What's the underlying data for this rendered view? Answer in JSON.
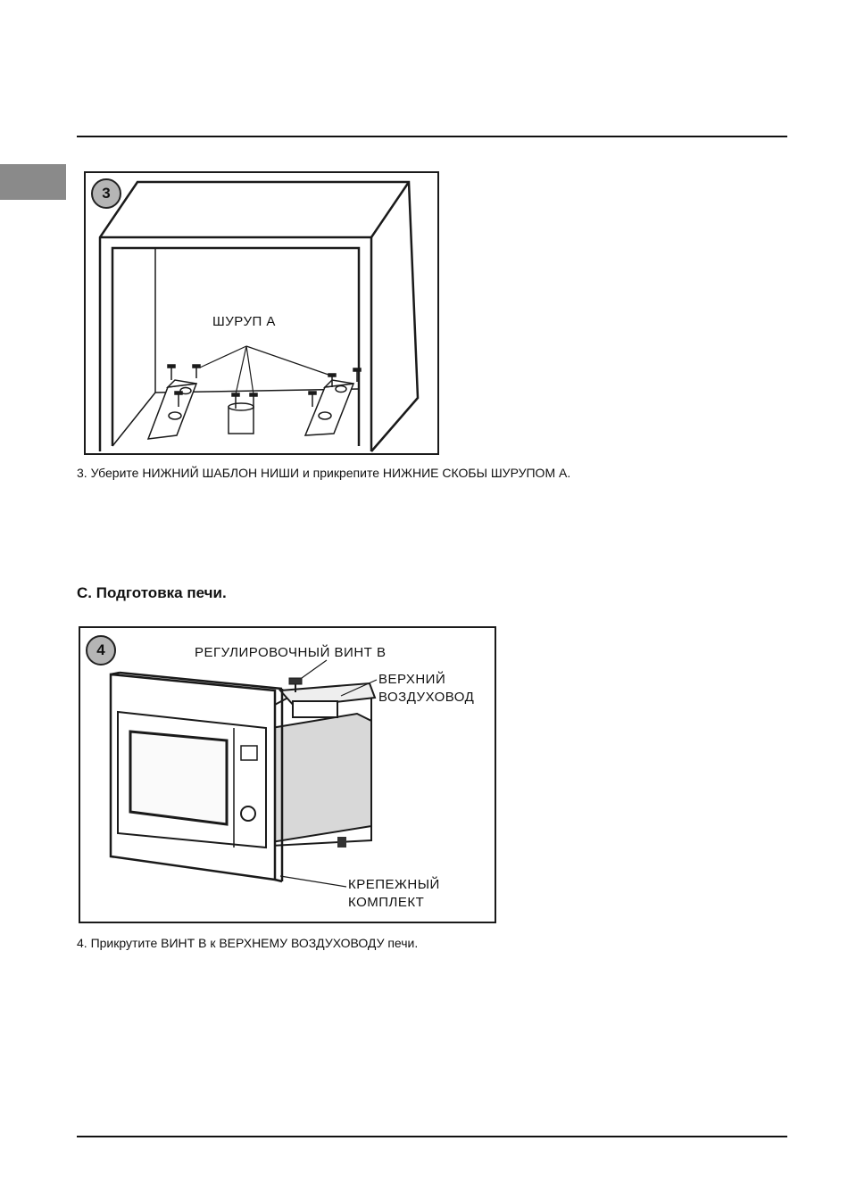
{
  "figure3": {
    "number": "3",
    "screw_label": "ШУРУП А",
    "caption": "3. Уберите НИЖНИЙ ШАБЛОН НИШИ и прикрепите НИЖНИЕ СКОБЫ ШУРУПОМ А."
  },
  "section": {
    "heading": "C. Подготовка печи."
  },
  "figure4": {
    "number": "4",
    "adjust_screw_label": "РЕГУЛИРОВОЧНЫЙ ВИНТ В",
    "upper_duct_line1": "ВЕРХНИЙ",
    "upper_duct_line2": "ВОЗДУХОВОД",
    "mount_kit_line1": "КРЕПЕЖНЫЙ",
    "mount_kit_line2": "КОМПЛЕКТ",
    "caption": "4. Прикрутите ВИНТ В к ВЕРХНЕМУ ВОЗДУХОВОДУ печи."
  }
}
